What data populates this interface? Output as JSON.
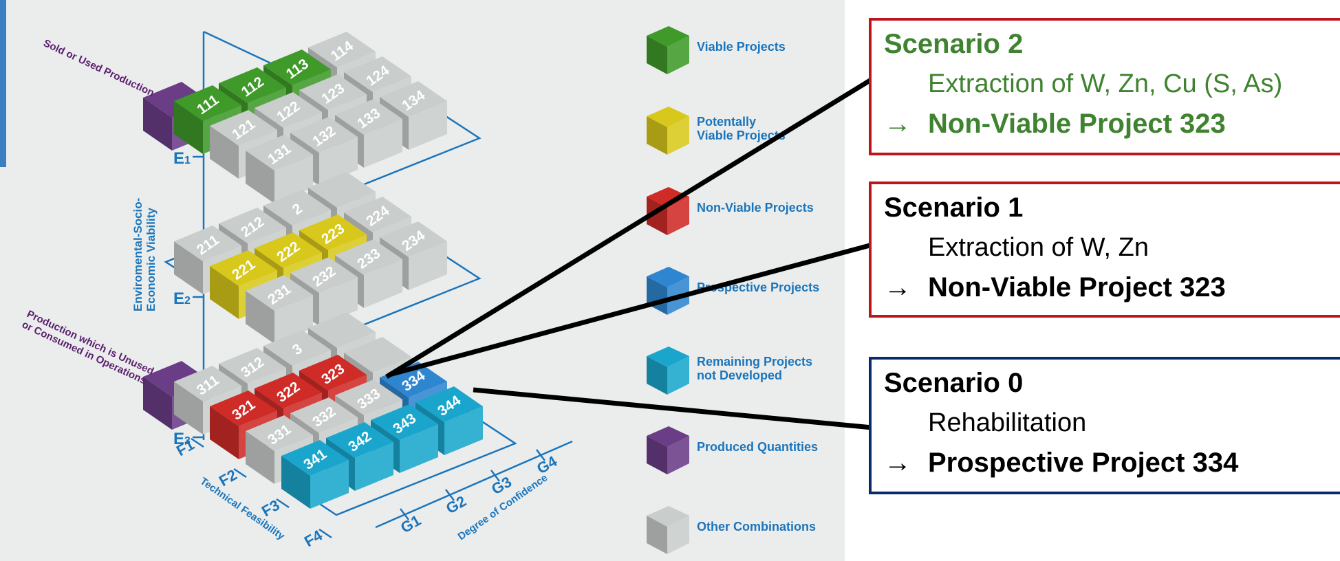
{
  "colors": {
    "viable": "#3f9a2a",
    "potentially_viable": "#d8c81b",
    "non_viable": "#cf2b27",
    "prospective": "#2f86d0",
    "remaining": "#1aa6cc",
    "produced": "#6a3d86",
    "other": "#c9cdcc",
    "axis_blue": "#1b75bb",
    "purple_text": "#5a1f6e",
    "scenario2_border": "#c0141b",
    "scenario2_text": "#3f8230",
    "scenario1_border": "#c0141b",
    "scenario0_border": "#0a2a6b"
  },
  "axes": {
    "e_labels": [
      "E1",
      "E2",
      "E3"
    ],
    "f_labels": [
      "F1",
      "F2",
      "F3",
      "F4"
    ],
    "g_labels": [
      "G1",
      "G2",
      "G3",
      "G4"
    ],
    "vertical_title_line1": "Enviromental-Socio-",
    "vertical_title_line2": "Economic Viability",
    "f_title": "Technical Feasibility",
    "g_title": "Degree of Confidence"
  },
  "side_labels": {
    "top": "Sold or Used Production",
    "bottom_line1": "Production which is Unused",
    "bottom_line2": "or Consumed in Operations"
  },
  "legend": [
    {
      "icon": "green-cube-icon",
      "color_key": "viable",
      "lines": [
        "Viable Projects"
      ]
    },
    {
      "icon": "yellow-cube-icon",
      "color_key": "potentially_viable",
      "lines": [
        "Potentally",
        "Viable Projects"
      ]
    },
    {
      "icon": "red-cube-icon",
      "color_key": "non_viable",
      "lines": [
        "Non-Viable Projects"
      ]
    },
    {
      "icon": "blue-cube-icon",
      "color_key": "prospective",
      "lines": [
        "Prospective  Projects"
      ]
    },
    {
      "icon": "teal-cube-icon",
      "color_key": "remaining",
      "lines": [
        "Remaining Projects",
        "not Developed"
      ]
    },
    {
      "icon": "purple-cube-icon",
      "color_key": "produced",
      "lines": [
        "Produced Quantities"
      ]
    },
    {
      "icon": "grey-cube-icon",
      "color_key": "other",
      "lines": [
        "Other Combinations"
      ]
    }
  ],
  "layers": [
    {
      "level": "E1",
      "cubes": [
        {
          "code": "111",
          "category": "viable"
        },
        {
          "code": "112",
          "category": "viable"
        },
        {
          "code": "113",
          "category": "viable"
        },
        {
          "code": "114",
          "category": "other"
        },
        {
          "code": "121",
          "category": "other"
        },
        {
          "code": "122",
          "category": "other"
        },
        {
          "code": "123",
          "category": "other"
        },
        {
          "code": "124",
          "category": "other"
        },
        {
          "code": "131",
          "category": "other"
        },
        {
          "code": "132",
          "category": "other"
        },
        {
          "code": "133",
          "category": "other"
        },
        {
          "code": "134",
          "category": "other"
        }
      ]
    },
    {
      "level": "E2",
      "cubes": [
        {
          "code": "211",
          "category": "other"
        },
        {
          "code": "212",
          "category": "other"
        },
        {
          "code": "2",
          "category": "other"
        },
        {
          "code": "",
          "category": "other"
        },
        {
          "code": "221",
          "category": "potentially_viable"
        },
        {
          "code": "222",
          "category": "potentially_viable"
        },
        {
          "code": "223",
          "category": "potentially_viable"
        },
        {
          "code": "224",
          "category": "other"
        },
        {
          "code": "231",
          "category": "other"
        },
        {
          "code": "232",
          "category": "other"
        },
        {
          "code": "233",
          "category": "other"
        },
        {
          "code": "234",
          "category": "other"
        }
      ]
    },
    {
      "level": "E3",
      "cubes": [
        {
          "code": "311",
          "category": "other"
        },
        {
          "code": "312",
          "category": "other"
        },
        {
          "code": "3",
          "category": "other"
        },
        {
          "code": "",
          "category": "other"
        },
        {
          "code": "321",
          "category": "non_viable"
        },
        {
          "code": "322",
          "category": "non_viable"
        },
        {
          "code": "323",
          "category": "non_viable"
        },
        {
          "code": "",
          "category": "other"
        },
        {
          "code": "331",
          "category": "other"
        },
        {
          "code": "332",
          "category": "other"
        },
        {
          "code": "333",
          "category": "other"
        },
        {
          "code": "334",
          "category": "prospective"
        },
        {
          "code": "341",
          "category": "remaining"
        },
        {
          "code": "342",
          "category": "remaining"
        },
        {
          "code": "343",
          "category": "remaining"
        },
        {
          "code": "344",
          "category": "remaining"
        }
      ]
    }
  ],
  "scenarios": [
    {
      "title": "Scenario 2",
      "description": "Extraction of W, Zn, Cu (S, As)",
      "arrow": "→",
      "result": "Non-Viable Project  323",
      "target_cube": "323"
    },
    {
      "title": "Scenario 1",
      "description": "Extraction of W, Zn",
      "arrow": "→",
      "result": "Non-Viable Project  323",
      "target_cube": "323"
    },
    {
      "title": "Scenario 0",
      "description": "Rehabilitation",
      "arrow": "→",
      "result": "Prospective Project  334",
      "target_cube": "334"
    }
  ]
}
